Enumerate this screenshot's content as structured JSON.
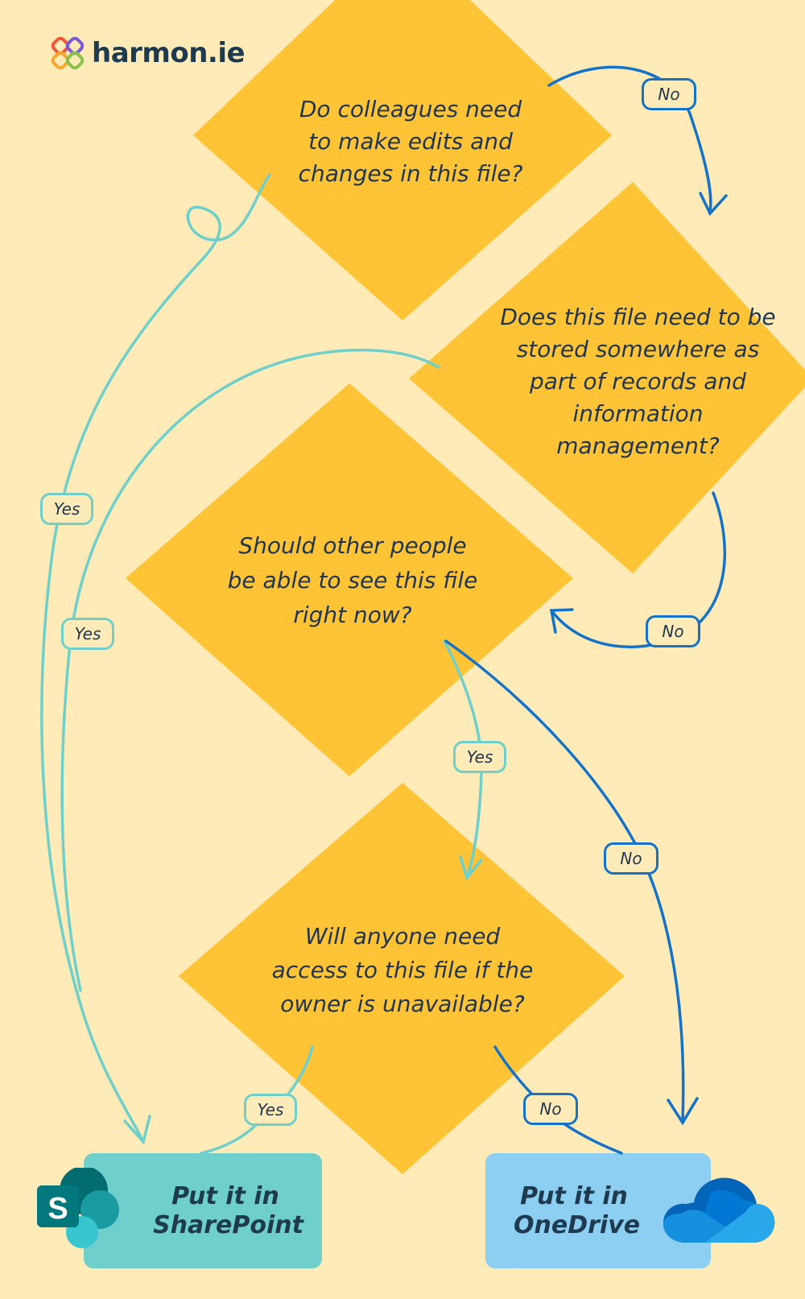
{
  "brand": {
    "name": "harmon.ie"
  },
  "questions": {
    "q1": "Do colleagues need to make edits and changes in this file?",
    "q2": "Does this file need to be stored somewhere as part of records and information management?",
    "q3": "Should other people be able to see this file right now?",
    "q4": "Will anyone need access to this file if the owner is unavailable?"
  },
  "labels": {
    "yes": "Yes",
    "no": "No"
  },
  "outcomes": {
    "sharepoint": "Put it in SharePoint",
    "onedrive": "Put it in OneDrive"
  },
  "apps": {
    "sharepoint_letter": "S"
  },
  "colors": {
    "background": "#FEEBB8",
    "diamond": "#FFC336",
    "yes_line": "#6ECFCB",
    "no_line": "#1572C9",
    "sharepoint_box": "#6ECFCB",
    "onedrive_box": "#8CCFF2",
    "text": "#1F3550"
  },
  "icons": [
    "harmonie-logo-icon",
    "sharepoint-icon",
    "onedrive-icon"
  ]
}
